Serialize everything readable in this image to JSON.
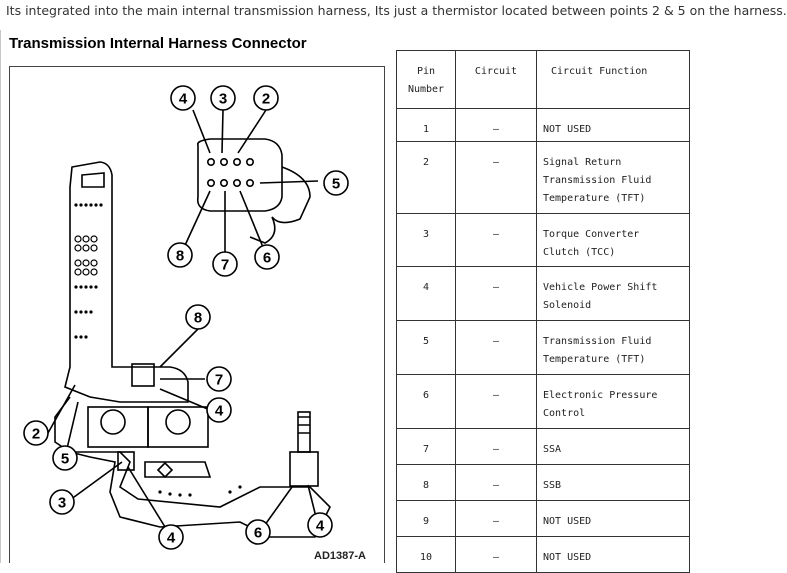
{
  "caption": "Its integrated into the main internal transmission harness, Its just a thermistor located between points 2 & 5 on the harness.",
  "figure": {
    "title": "Transmission Internal Harness Connector",
    "code": "AD1387-A",
    "connector_labels": [
      "4",
      "3",
      "2",
      "5",
      "8",
      "7",
      "6"
    ],
    "harness_labels": [
      "8",
      "7",
      "4",
      "2",
      "5",
      "3",
      "4",
      "6",
      "4"
    ]
  },
  "table": {
    "headers": {
      "pin": "Pin\nNumber",
      "circuit": "Circuit",
      "function": "Circuit Function"
    },
    "rows": [
      {
        "pin": "1",
        "circuit": "—",
        "function": "NOT USED"
      },
      {
        "pin": "2",
        "circuit": "—",
        "function": "Signal Return\nTransmission Fluid\nTemperature (TFT)"
      },
      {
        "pin": "3",
        "circuit": "—",
        "function": "Torque Converter\nClutch (TCC)"
      },
      {
        "pin": "4",
        "circuit": "—",
        "function": "Vehicle Power Shift\nSolenoid"
      },
      {
        "pin": "5",
        "circuit": "—",
        "function": "Transmission Fluid\nTemperature (TFT)"
      },
      {
        "pin": "6",
        "circuit": "—",
        "function": "Electronic Pressure\nControl"
      },
      {
        "pin": "7",
        "circuit": "—",
        "function": "SSA"
      },
      {
        "pin": "8",
        "circuit": "—",
        "function": "SSB"
      },
      {
        "pin": "9",
        "circuit": "—",
        "function": "NOT USED"
      },
      {
        "pin": "10",
        "circuit": "—",
        "function": "NOT USED"
      }
    ]
  }
}
